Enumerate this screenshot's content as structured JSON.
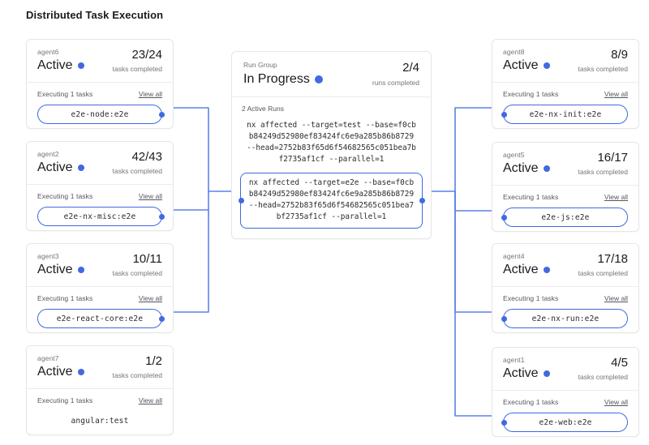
{
  "page": {
    "title": "Distributed Task Execution",
    "accent_color": "#4169e1",
    "card_border_color": "#e6e6ea",
    "muted_text_color": "#74747e",
    "text_color": "#1b1b1f"
  },
  "labels": {
    "executing_tasks": "Executing 1 tasks",
    "view_all": "View all",
    "tasks_completed": "tasks completed",
    "runs_completed": "runs completed",
    "active_runs": "2 Active Runs"
  },
  "run_group": {
    "title": "Run Group",
    "status": "In Progress",
    "status_dot": "status-dot-blue",
    "count": "2/4",
    "count_label": "runs completed",
    "active_runs_label": "2 Active Runs",
    "commands": [
      {
        "text": "nx affected --target=test --base=f0cbb84249d52980ef83424fc6e9a285b86b8729 --head=2752b83f65d6f54682565c051bea7bf2735af1cf --parallel=1",
        "highlighted": false
      },
      {
        "text": "nx affected --target=e2e --base=f0cbb84249d52980ef83424fc6e9a285b86b8729 --head=2752b83f65d6f54682565c051bea7bf2735af1cf --parallel=1",
        "highlighted": true
      }
    ]
  },
  "left_agents": [
    {
      "name": "agent6",
      "status": "Active",
      "count": "23/24",
      "count_label": "tasks completed",
      "executing_label": "Executing 1 tasks",
      "view_all": "View all",
      "task": "e2e-node:e2e",
      "boxed": true
    },
    {
      "name": "agent2",
      "status": "Active",
      "count": "42/43",
      "count_label": "tasks completed",
      "executing_label": "Executing 1 tasks",
      "view_all": "View all",
      "task": "e2e-nx-misc:e2e",
      "boxed": true
    },
    {
      "name": "agent3",
      "status": "Active",
      "count": "10/11",
      "count_label": "tasks completed",
      "executing_label": "Executing 1 tasks",
      "view_all": "View all",
      "task": "e2e-react-core:e2e",
      "boxed": true
    },
    {
      "name": "agent7",
      "status": "Active",
      "count": "1/2",
      "count_label": "tasks completed",
      "executing_label": "Executing 1 tasks",
      "view_all": "View all",
      "task": "angular:test",
      "boxed": false
    }
  ],
  "right_agents": [
    {
      "name": "agent8",
      "status": "Active",
      "count": "8/9",
      "count_label": "tasks completed",
      "executing_label": "Executing 1 tasks",
      "view_all": "View all",
      "task": "e2e-nx-init:e2e",
      "boxed": true
    },
    {
      "name": "agent5",
      "status": "Active",
      "count": "16/17",
      "count_label": "tasks completed",
      "executing_label": "Executing 1 tasks",
      "view_all": "View all",
      "task": "e2e-js:e2e",
      "boxed": true
    },
    {
      "name": "agent4",
      "status": "Active",
      "count": "17/18",
      "count_label": "tasks completed",
      "executing_label": "Executing 1 tasks",
      "view_all": "View all",
      "task": "e2e-nx-run:e2e",
      "boxed": true
    },
    {
      "name": "agent1",
      "status": "Active",
      "count": "4/5",
      "count_label": "tasks completed",
      "executing_label": "Executing 1 tasks",
      "view_all": "View all",
      "task": "e2e-web:e2e",
      "boxed": true
    }
  ]
}
